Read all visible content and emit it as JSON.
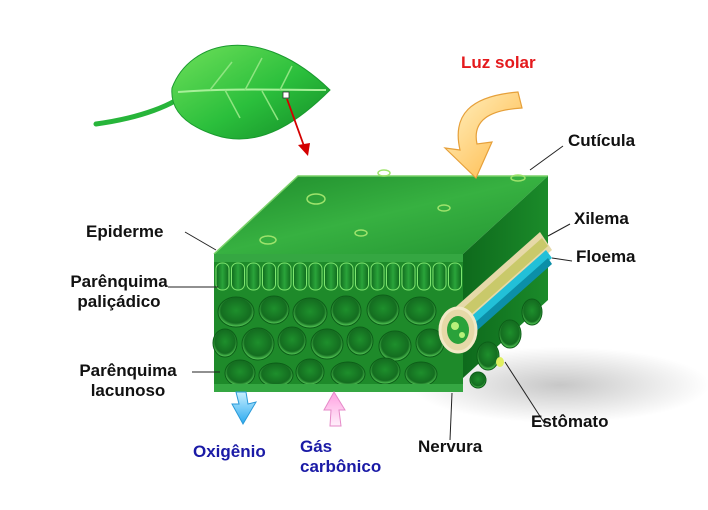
{
  "colors": {
    "label_text": "#111111",
    "sunlight_label": "#e4191c",
    "gas_label": "#1a1aa6",
    "leaf_green": "#22b33a",
    "block_top": "#2fa83a",
    "block_front": "#1f8a2a",
    "xylem": "#c9c96a",
    "phloem": "#22c0d8",
    "sun_arrow": "#ffc451",
    "oxygen_arrow": "#5ac8ff",
    "co2_arrow": "#ffb6e6"
  },
  "icons": [
    "leaf-icon",
    "sunlight-arrow-icon",
    "oxygen-arrow-icon",
    "co2-arrow-icon",
    "pointer-arrow-icon"
  ],
  "labels": {
    "luz_solar": "Luz solar",
    "cuticula": "Cutícula",
    "epiderme": "Epiderme",
    "xilema": "Xilema",
    "floema": "Floema",
    "parenquima_palicadico": [
      "Parênquima",
      "paliçádico"
    ],
    "parenquima_lacunoso": [
      "Parênquima",
      "lacunoso"
    ],
    "estomato": "Estômato",
    "oxigenio": "Oxigênio",
    "gas_carbonico": [
      "Gás",
      "carbônico"
    ],
    "nervura": "Nervura"
  }
}
